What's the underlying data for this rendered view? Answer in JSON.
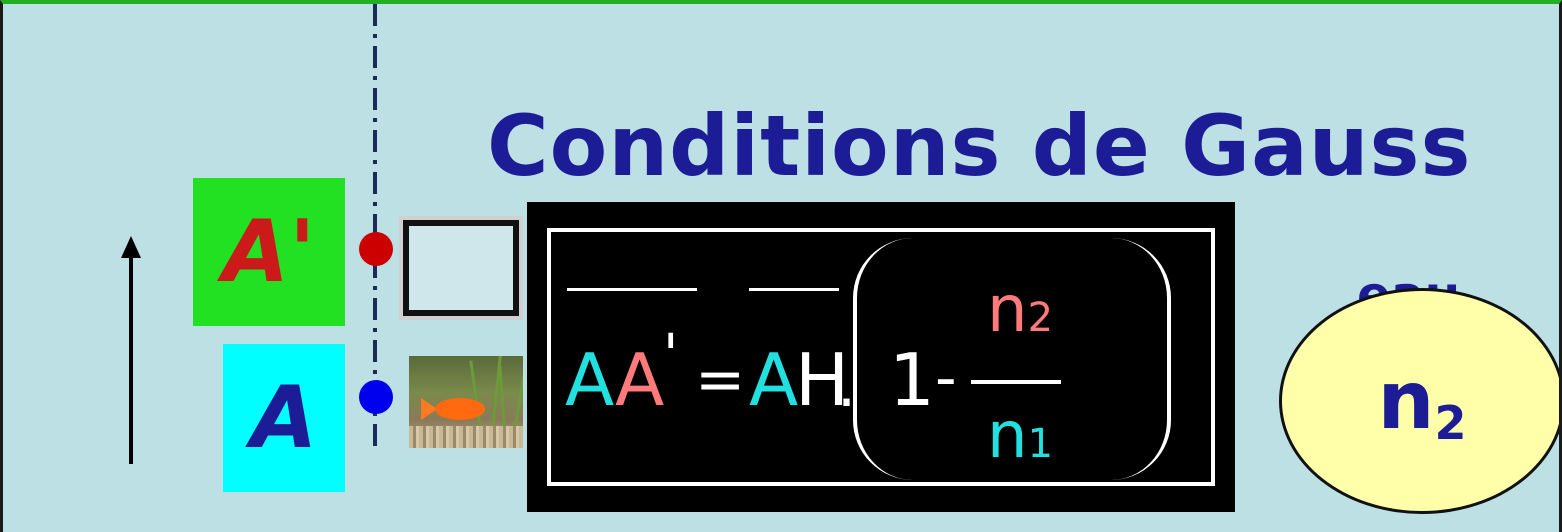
{
  "title": "Conditions de Gauss",
  "labels": {
    "image_point": "A'",
    "object_point": "A"
  },
  "formula": {
    "lhs_A": "A",
    "lhs_A_prime": "A",
    "prime": "'",
    "equals": "=",
    "rhs_A": "A",
    "rhs_H": "H",
    "dot": ".",
    "one": "1",
    "minus": "-",
    "numerator": "n",
    "numerator_sub": "2",
    "denominator": "n",
    "denominator_sub": "1"
  },
  "medium": {
    "name": "eau",
    "index": "n",
    "index_sub": "2"
  },
  "colors": {
    "background": "#bde0e4",
    "title": "#1c1c96",
    "image_box": "#22e022",
    "object_box": "#00ffff",
    "red_point": "#cc0000",
    "blue_point": "#0000ee",
    "formula_bg": "#000000",
    "ellipse_fill": "#ffffaa"
  },
  "icons": {
    "arrow": "up-arrow-icon",
    "fish_photo": "goldfish-photo"
  }
}
